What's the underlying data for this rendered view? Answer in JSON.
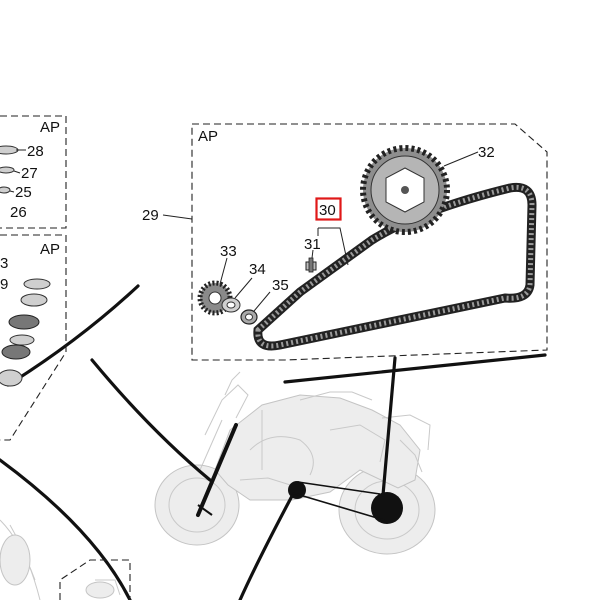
{
  "panels": {
    "main": {
      "tag": "AP"
    },
    "upper_left": {
      "tag": "AP"
    },
    "lower_left": {
      "tag": "AP"
    }
  },
  "callouts": {
    "p26": "26",
    "p25": "25",
    "p27": "27",
    "p28": "28",
    "p29": "29",
    "p30": "30",
    "p31": "31",
    "p32": "32",
    "p33": "33",
    "p34": "34",
    "p35": "35",
    "p3_partial": "3",
    "p9_partial": "9"
  },
  "highlight": {
    "target": "30",
    "color": "#e01818"
  }
}
